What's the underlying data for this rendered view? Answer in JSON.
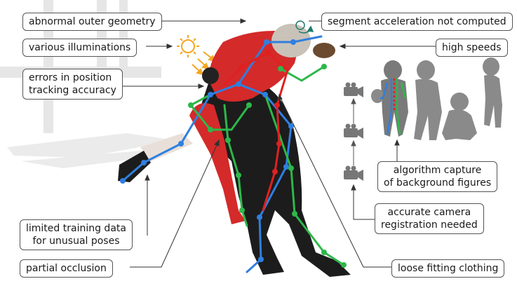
{
  "annotations": {
    "abnormal_geometry": "abnormal outer geometry",
    "illuminations": "various illuminations",
    "position_errors": [
      "errors in position",
      "tracking accuracy"
    ],
    "limited_training": [
      "limited training data",
      "for unusual poses"
    ],
    "partial_occlusion": "partial occlusion",
    "segment_acceleration": "segment acceleration not computed",
    "high_speeds": "high speeds",
    "background_figures": [
      "algorithm capture",
      "of background figures"
    ],
    "camera_registration": [
      "accurate camera",
      "registration needed"
    ],
    "loose_clothing": "loose fitting clothing"
  },
  "colors": {
    "red_jersey": "#d42a2a",
    "dark_jersey": "#1a1a1a",
    "skeleton_blue": "#2f7fe0",
    "skeleton_green": "#2db84a",
    "skeleton_red": "#e02020",
    "sun": "#f5a623",
    "silhouette": "#7a7a7a",
    "accent_teal": "#1f7a6e"
  },
  "icons": [
    "sun-icon",
    "camera-icon",
    "rotation-arrow-icon"
  ]
}
